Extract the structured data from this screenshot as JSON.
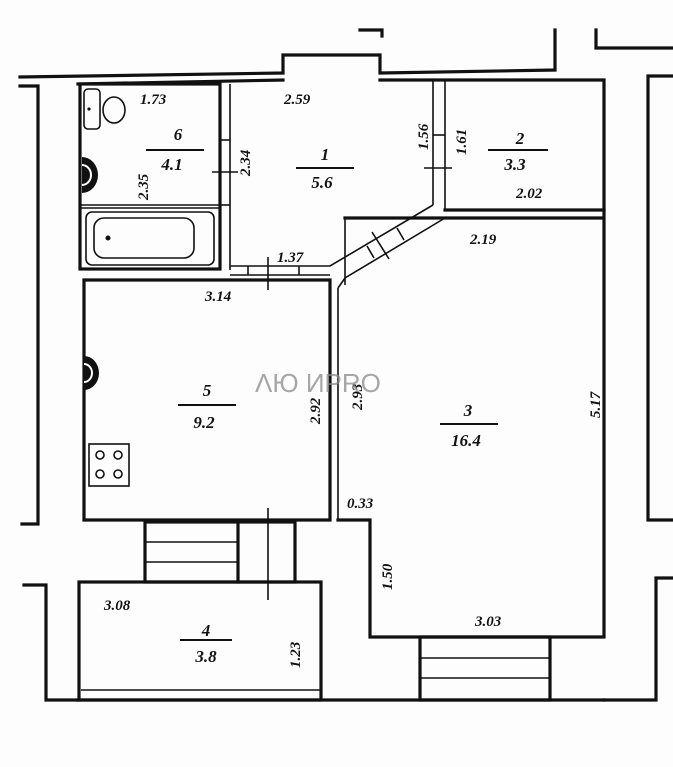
{
  "plan": {
    "watermark": "ΛЮ ИPRO",
    "rooms": [
      {
        "number": "1",
        "area": "5.6"
      },
      {
        "number": "2",
        "area": "3.3"
      },
      {
        "number": "3",
        "area": "16.4"
      },
      {
        "number": "4",
        "area": "3.8"
      },
      {
        "number": "5",
        "area": "9.2"
      },
      {
        "number": "6",
        "area": "4.1"
      }
    ],
    "dimensions": {
      "d173": "1.73",
      "d235": "2.35",
      "d234": "2.34",
      "d259": "2.59",
      "d156": "1.56",
      "d161": "1.61",
      "d202": "2.02",
      "d219": "2.19",
      "d137": "1.37",
      "d314": "3.14",
      "d292": "2.92",
      "d293": "2.93",
      "d517": "5.17",
      "d033": "0.33",
      "d150": "1.50",
      "d303": "3.03",
      "d308": "3.08",
      "d123": "1.23"
    }
  }
}
